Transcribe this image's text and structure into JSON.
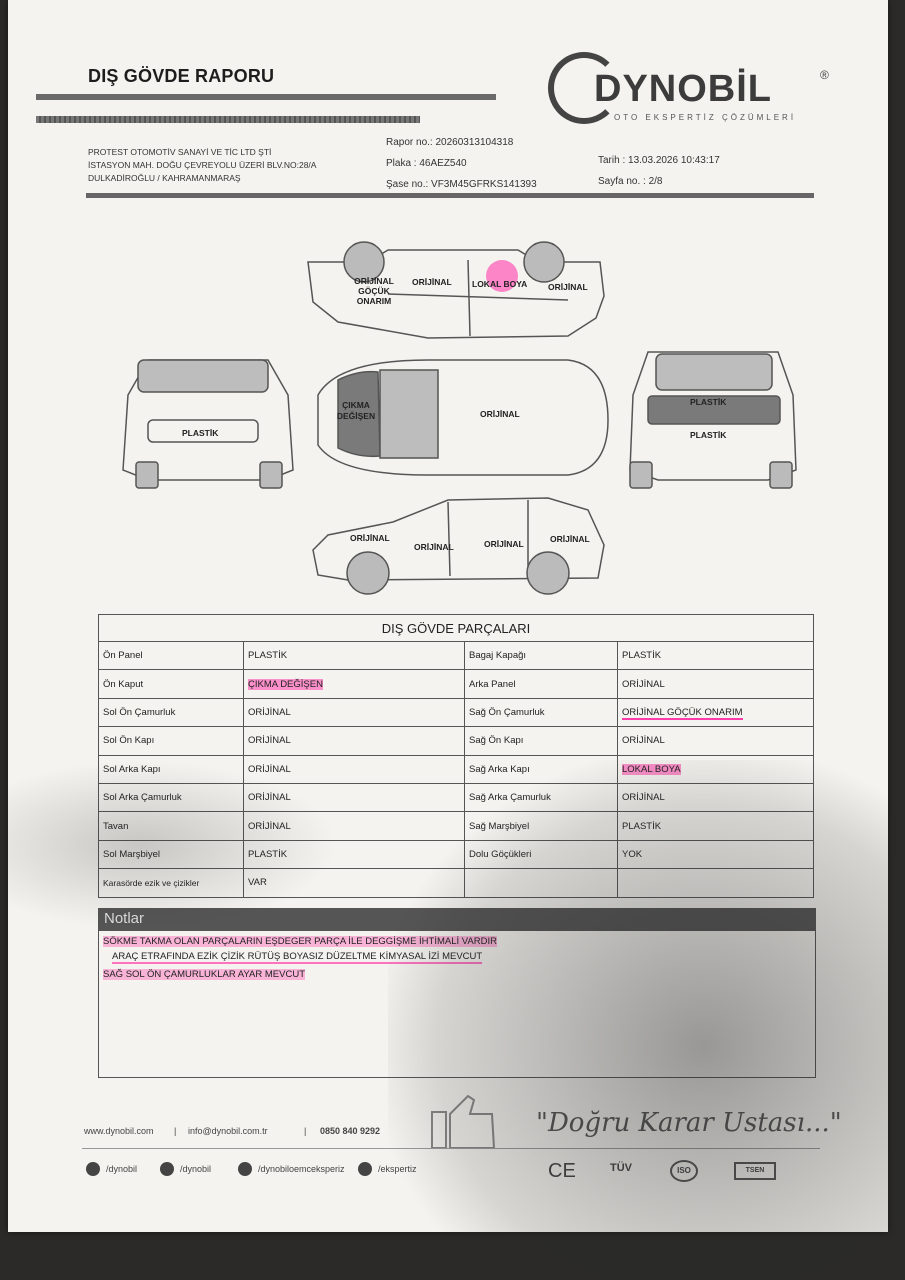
{
  "header": {
    "title": "DIŞ GÖVDE RAPORU",
    "company_lines": [
      "PROTEST OTOMOTİV SANAYİ VE TİC LTD ŞTİ",
      "İSTASYON MAH. DOĞU ÇEVREYOLU ÜZERİ BLV.NO:28/A",
      "DULKADİROĞLU / KAHRAMANMARAŞ"
    ],
    "rapor_no": "Rapor no.: 20260313104318",
    "plaka": "Plaka : 46AEZ540",
    "sase_no": "Şase no.: VF3M45GFRKS141393",
    "tarih": "Tarih : 13.03.2026 10:43:17",
    "sayfa": "Sayfa no. : 2/8",
    "logo": "DYNOBİL",
    "logo_reg": "®",
    "logo_sub": "OTO EKSPERTİZ ÇÖZÜMLERİ"
  },
  "diagram": {
    "right_side": [
      "ORİJİNAL GÖÇÜK ONARIM",
      "ORİJİNAL",
      "LOKAL BOYA",
      "ORİJİNAL"
    ],
    "top": [
      "ÇIKMA DEĞİŞEN",
      "ORİJİNAL"
    ],
    "front": "PLASTİK",
    "rear": [
      "PLASTİK",
      "PLASTİK"
    ],
    "left_side": [
      "ORİJİNAL",
      "ORİJİNAL",
      "ORİJİNAL",
      "ORİJİNAL"
    ]
  },
  "parts": {
    "title": "DIŞ GÖVDE PARÇALARI",
    "rows": [
      [
        "Ön Panel",
        "PLASTİK",
        "Bagaj Kapağı",
        "PLASTİK"
      ],
      [
        "Ön Kaput",
        "ÇIKMA DEĞİŞEN",
        "Arka Panel",
        "ORİJİNAL"
      ],
      [
        "Sol Ön Çamurluk",
        "ORİJİNAL",
        "Sağ Ön Çamurluk",
        "ORİJİNAL GÖÇÜK ONARIM"
      ],
      [
        "Sol Ön Kapı",
        "ORİJİNAL",
        "Sağ Ön Kapı",
        "ORİJİNAL"
      ],
      [
        "Sol Arka Kapı",
        "ORİJİNAL",
        "Sağ Arka Kapı",
        "LOKAL BOYA"
      ],
      [
        "Sol Arka Çamurluk",
        "ORİJİNAL",
        "Sağ Arka Çamurluk",
        "ORİJİNAL"
      ],
      [
        "Tavan",
        "ORİJİNAL",
        "Sağ Marşbiyel",
        "PLASTİK"
      ],
      [
        "Sol Marşbiyel",
        "PLASTİK",
        "Dolu Göçükleri",
        "YOK"
      ],
      [
        "Karasörde ezik ve çizikler",
        "VAR",
        "",
        ""
      ]
    ]
  },
  "notes": {
    "title": "Notlar",
    "lines": [
      "SÖKME TAKMA OLAN PARÇALARIN EŞDEGER PARÇA İLE DEGGİŞME İHTİMALİ VARDIR",
      "ARAÇ ETRAFINDA EZİK ÇİZİK RÜTÜŞ BOYASIZ DÜZELTME KİMYASAL İZİ MEVCUT",
      "SAĞ SOL ÖN ÇAMURLUKLAR AYAR MEVCUT"
    ]
  },
  "footer": {
    "web": "www.dynobil.com",
    "email": "info@dynobil.com.tr",
    "phone": "0850 840 9292",
    "slogan": "\"Doğru Karar Ustası...\"",
    "socials": [
      "/dynobil",
      "/dynobil",
      "/dynobiloemceksperiz",
      "/ekspertiz"
    ],
    "certs": [
      "CE",
      "TÜV",
      "ISO",
      "TSEN"
    ]
  },
  "colors": {
    "highlight": "#ff3caa",
    "ink": "#222222"
  }
}
